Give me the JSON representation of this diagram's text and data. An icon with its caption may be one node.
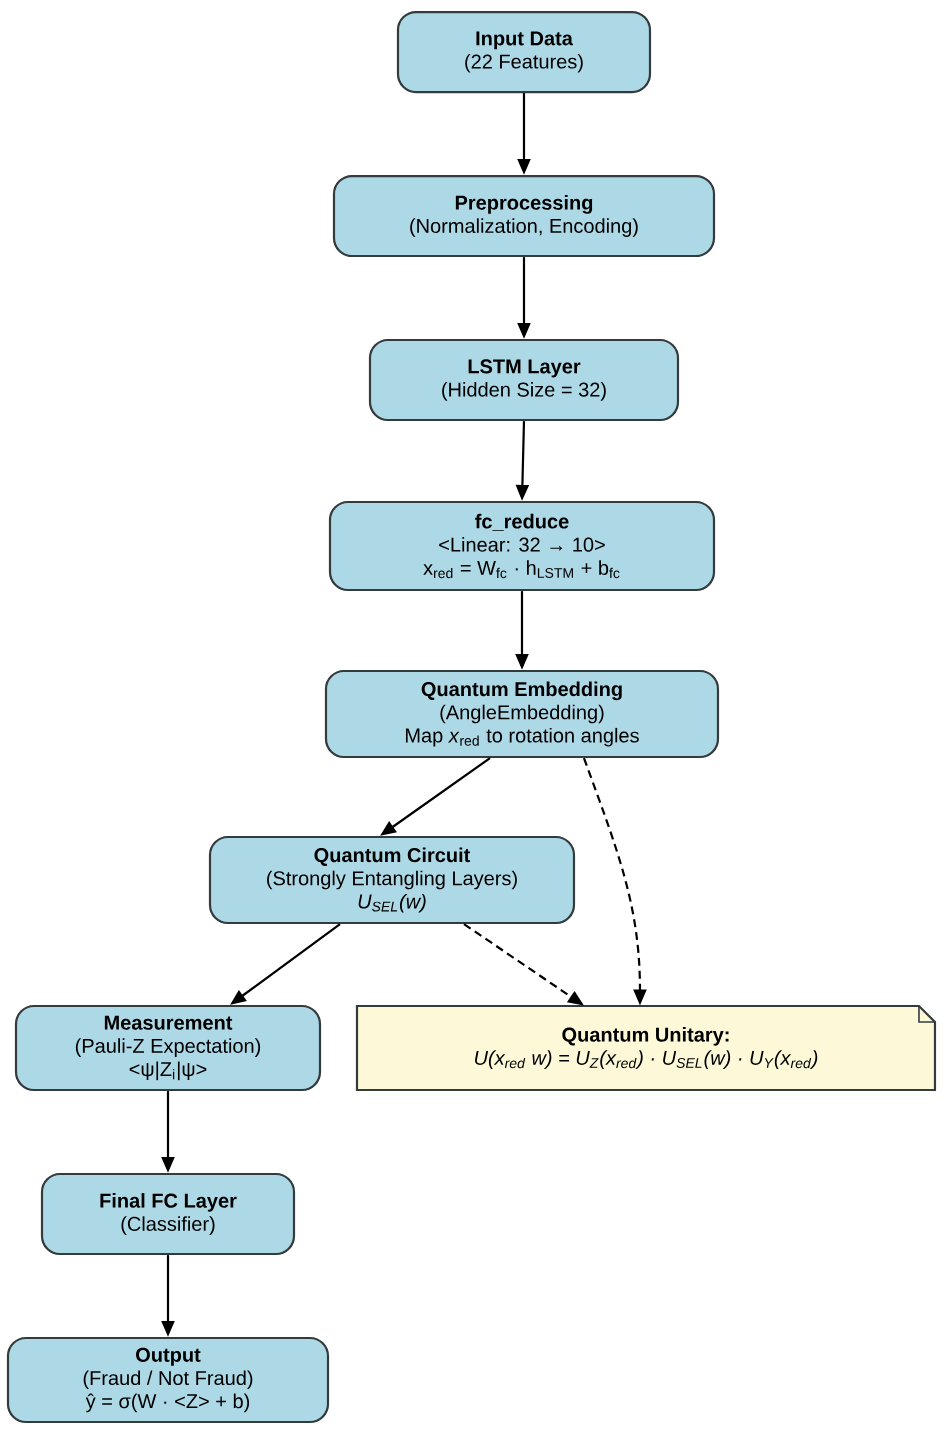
{
  "diagram": {
    "nodes": [
      {
        "text": [
          "Input Data",
          "(22 Features)"
        ]
      },
      {
        "text": [
          "Preprocessing",
          "(Normalization, Encoding)"
        ]
      },
      {
        "text": [
          "LSTM Layer",
          "(Hidden Size = 32)"
        ]
      },
      {
        "text": [
          "fc_reduce",
          "<Linear: 32 → 10>",
          "x$_{red}$ = W$_{fc}$ · h$_{LSTM}$ + b$_{fc}$"
        ]
      },
      {
        "text": [
          "Quantum Embedding",
          "(AngleEmbedding)",
          "Map *x*$_{red}$ to rotation angles"
        ]
      },
      {
        "text": [
          "Quantum Circuit",
          "(Strongly Entangling Layers)",
          "U$_{SEL}$(w)"
        ]
      },
      {
        "text": [
          "Measurement",
          "(Pauli-Z Expectation)",
          "<ψ|Z$_{i}$|ψ>"
        ]
      },
      {
        "text": [
          "Quantum Unitary:",
          "U(x$_{red}$ w) = U$_{Z}$(x$_{red}$) · U$_{SEL}$(w) · U$_{Y}$(x$_{red}$)"
        ]
      },
      {
        "text": [
          "Final FC Layer",
          "(Classifier)"
        ]
      },
      {
        "text": [
          "Output",
          "(Fraud / Not Fraud)",
          "ŷ = σ(W · <Z> + b)"
        ]
      }
    ],
    "edges": [
      {
        "from": 0,
        "to": 1,
        "arrow": "to"
      },
      {
        "from": 1,
        "to": 2,
        "arrow": "to"
      },
      {
        "from": 2,
        "to": 3,
        "arrow": "to"
      },
      {
        "from": 3,
        "to": 4,
        "arrow": "to"
      },
      {
        "from": 4,
        "to": 5,
        "arrow": "to"
      },
      {
        "from": 4,
        "to": 7,
        "arrow": "to",
        "style": "dashed"
      },
      {
        "from": 5,
        "to": 6,
        "arrow": "to"
      },
      {
        "from": 5,
        "to": 7,
        "arrow": "to",
        "style": "dashed"
      },
      {
        "from": 6,
        "to": 8,
        "arrow": "to"
      },
      {
        "from": 8,
        "to": 9,
        "arrow": "to"
      }
    ]
  }
}
